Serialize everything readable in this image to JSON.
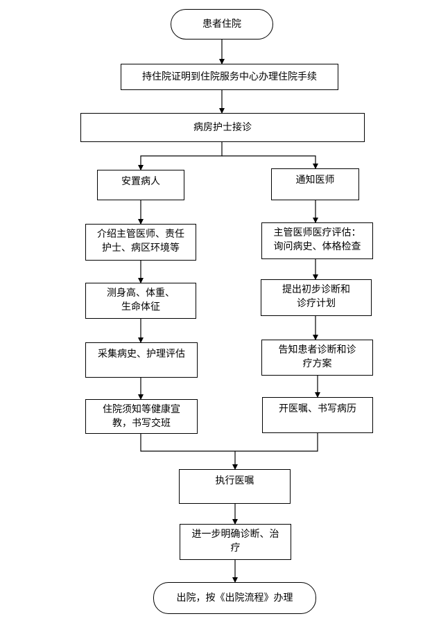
{
  "colors": {
    "line": "#000000",
    "box_border": "#000000",
    "background": "#ffffff"
  },
  "nodes": {
    "start": "患者住院",
    "admission": "持住院证明到住院服务中心办理住院手续",
    "nurse": "病房护士接诊",
    "settle": "安置病人",
    "notify": "通知医师",
    "introduce": "介绍主管医师、责任\n护士、病区环境等",
    "measure": "测身高、体重、\n生命体征",
    "collect": "采集病史、护理评估",
    "education": "住院须知等健康宣\n教，书写交班",
    "doctor_eval": "主管医师医疗评估：\n询问病史、体格检查",
    "diagnosis": "提出初步诊断和\n诊疗计划",
    "inform": "告知患者诊断和诊\n疗方案",
    "orders": "开医嘱、书写病历",
    "execute": "执行医嘱",
    "confirm": "进一步明确诊断、治\n疗",
    "discharge": "出院，按《出院流程》办理"
  }
}
